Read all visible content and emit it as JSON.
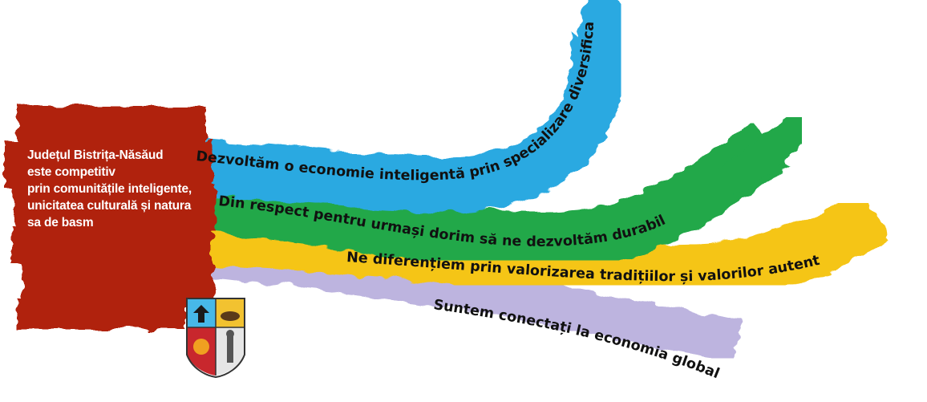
{
  "vision": {
    "lines": [
      "Județul Bistrița-Năsăud",
      "este competitiv",
      "prin comunitățile inteligente,",
      "unicitatea culturală și natura",
      "sa de basm"
    ]
  },
  "ribbons": [
    {
      "text": "Dezvoltăm o economie inteligentă  prin  specializare diversificată",
      "color": "#29a9e1"
    },
    {
      "text": "Din respect pentru urmași  dorim să ne  dezvoltăm durabil",
      "color": "#21a84a"
    },
    {
      "text": "Ne diferențiem prin valorizarea tradițiilor și  valorilor autentice",
      "color": "#f5c518"
    },
    {
      "text": "Suntem conectați la economia globală",
      "color": "#bdb4df"
    }
  ],
  "colors": {
    "block_red": "#b0200f"
  },
  "icons": [
    "county-coat-of-arms-icon"
  ]
}
